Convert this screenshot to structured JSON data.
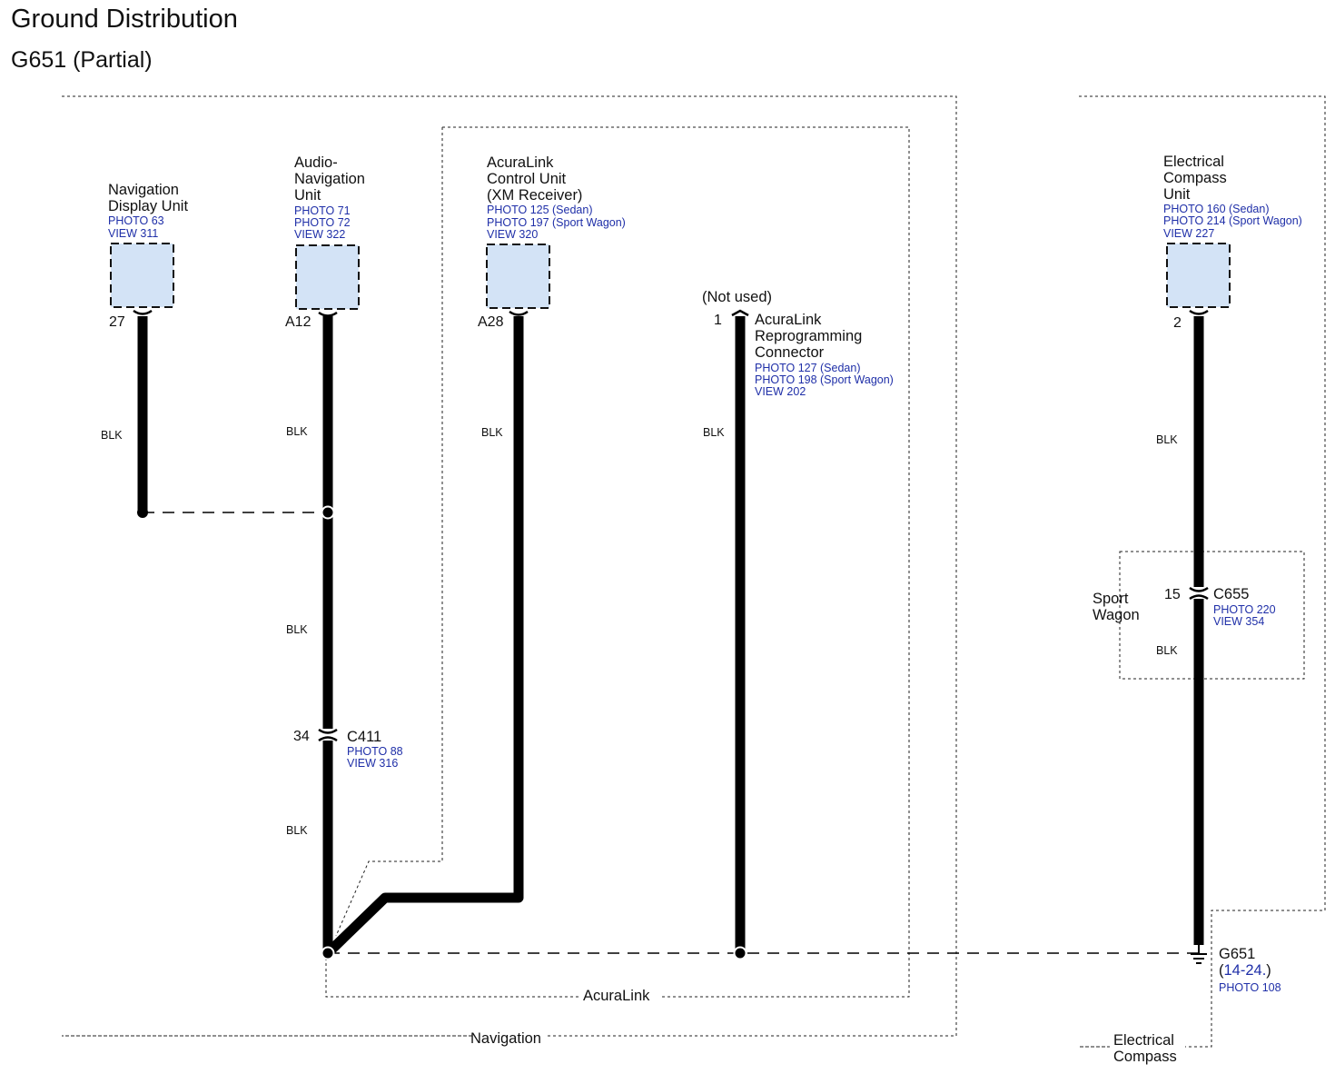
{
  "header": {
    "title": "Ground Distribution",
    "subtitle": "G651 (Partial)"
  },
  "areas": {
    "navigation": "Navigation",
    "acuralink": "AcuraLink",
    "electrical_compass_line1": "Electrical",
    "electrical_compass_line2": "Compass",
    "sport_wagon_line1": "Sport",
    "sport_wagon_line2": "Wagon"
  },
  "components": {
    "nav_display": {
      "name_line1": "Navigation",
      "name_line2": "Display Unit",
      "ref1": "PHOTO 63",
      "ref2": "VIEW 311",
      "pin": "27"
    },
    "audio_nav": {
      "name_line1": "Audio-",
      "name_line2": "Navigation",
      "name_line3": "Unit",
      "ref1": "PHOTO 71",
      "ref2": "PHOTO 72",
      "ref3": "VIEW 322",
      "pin": "A12"
    },
    "acuralink_control": {
      "name_line1": "AcuraLink",
      "name_line2": "Control Unit",
      "name_line3": "(XM Receiver)",
      "ref1": "PHOTO 125 (Sedan)",
      "ref2": "PHOTO 197 (Sport Wagon)",
      "ref3": "VIEW 320",
      "pin": "A28"
    },
    "acuralink_reprog": {
      "note": "(Not used)",
      "name_line1": "AcuraLink",
      "name_line2": "Reprogramming",
      "name_line3": "Connector",
      "ref1": "PHOTO 127 (Sedan)",
      "ref2": "PHOTO 198 (Sport Wagon)",
      "ref3": "VIEW 202",
      "pin": "1"
    },
    "electrical_compass": {
      "name_line1": "Electrical",
      "name_line2": "Compass",
      "name_line3": "Unit",
      "ref1": "PHOTO 160 (Sedan)",
      "ref2": "PHOTO 214 (Sport Wagon)",
      "ref3": "VIEW 227",
      "pin": "2"
    }
  },
  "connectors": {
    "c411": {
      "name": "C411",
      "pin": "34",
      "ref1": "PHOTO 88",
      "ref2": "VIEW 316"
    },
    "c655": {
      "name": "C655",
      "pin": "15",
      "ref1": "PHOTO 220",
      "ref2": "VIEW 354"
    }
  },
  "ground": {
    "name": "G651",
    "page_ref": "(14-24.)",
    "page_ref_open": "(",
    "page_ref_link": "14-24.",
    "page_ref_close": ")",
    "photo": "PHOTO 108"
  },
  "wire_color": "BLK",
  "colors": {
    "connector_fill": "#d3e3f6",
    "reference_text": "#1f2fa8",
    "wire": "#000000"
  }
}
